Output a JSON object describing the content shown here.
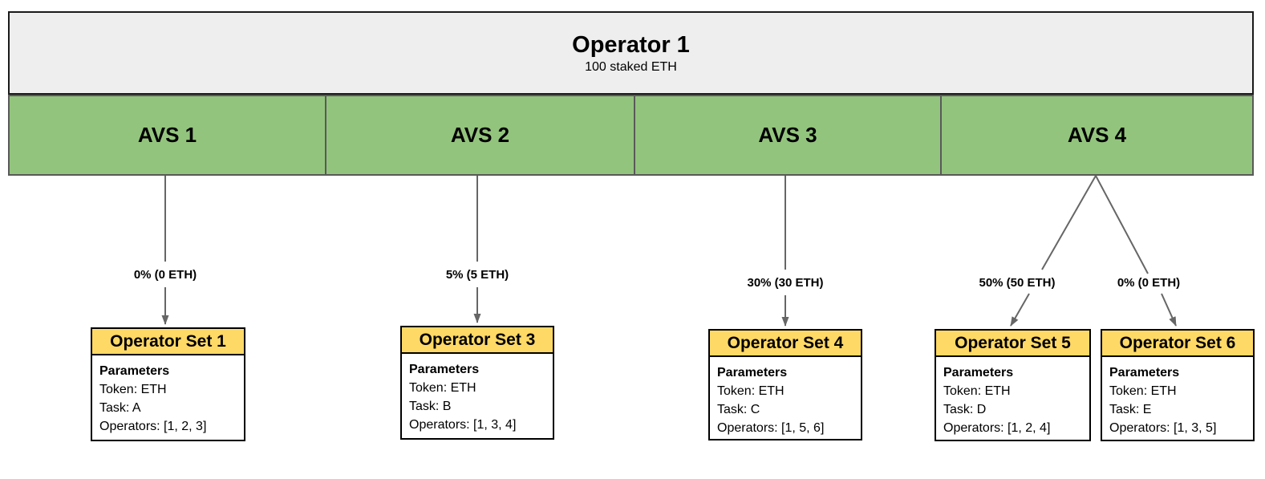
{
  "operator": {
    "title": "Operator 1",
    "subtitle": "100 staked ETH"
  },
  "avs": [
    {
      "label": "AVS 1"
    },
    {
      "label": "AVS 2"
    },
    {
      "label": "AVS 3"
    },
    {
      "label": "AVS 4"
    }
  ],
  "allocations": [
    {
      "from": "AVS 1",
      "to": "Operator Set 1",
      "label": "0% (0 ETH)"
    },
    {
      "from": "AVS 2",
      "to": "Operator Set 3",
      "label": "5% (5 ETH)"
    },
    {
      "from": "AVS 3",
      "to": "Operator Set 4",
      "label": "30% (30 ETH)"
    },
    {
      "from": "AVS 4",
      "to": "Operator Set 5",
      "label": "50% (50 ETH)"
    },
    {
      "from": "AVS 4",
      "to": "Operator Set 6",
      "label": "0% (0 ETH)"
    }
  ],
  "operator_sets": [
    {
      "title": "Operator Set 1",
      "params_heading": "Parameters",
      "lines": [
        "Token: ETH",
        "Task: A",
        "Operators: [1, 2, 3]"
      ]
    },
    {
      "title": "Operator Set 3",
      "params_heading": "Parameters",
      "lines": [
        "Token: ETH",
        "Task: B",
        "Operators: [1, 3, 4]"
      ]
    },
    {
      "title": "Operator Set 4",
      "params_heading": "Parameters",
      "lines": [
        "Token: ETH",
        "Task: C",
        "Operators: [1, 5, 6]"
      ]
    },
    {
      "title": "Operator Set 5",
      "params_heading": "Parameters",
      "lines": [
        "Token: ETH",
        "Task: D",
        "Operators: [1, 2, 4]"
      ]
    },
    {
      "title": "Operator Set 6",
      "params_heading": "Parameters",
      "lines": [
        "Token: ETH",
        "Task: E",
        "Operators: [1, 3, 5]"
      ]
    }
  ],
  "colors": {
    "avs_green": "#93c47d",
    "set_header_yellow": "#ffd966",
    "operator_gray": "#eeeeee",
    "arrow_gray": "#666666",
    "border_black": "#000000",
    "bar_border_gray": "#595959"
  }
}
